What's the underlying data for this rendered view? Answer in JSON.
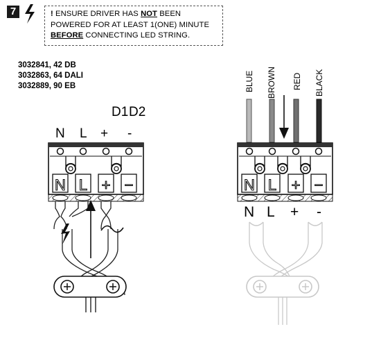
{
  "step": {
    "number": "7"
  },
  "warning": {
    "mark": "!",
    "line1_pre": " ENSURE DRIVER HAS ",
    "line1_strong": "NOT",
    "line1_post": " BEEN",
    "line2": "POWERED FOR AT LEAST 1(ONE) MINUTE",
    "line3_strong": "BEFORE",
    "line3_post": " CONNECTING LED STRING."
  },
  "models": [
    "3032841, 42 DB",
    "3032863, 64 DALI",
    "3032889, 90 EB"
  ],
  "left_terminal": {
    "dim_labels": [
      "D1",
      "D2"
    ],
    "top_labels": [
      "N",
      "L",
      "+",
      "-"
    ],
    "face_labels": [
      "N",
      "L",
      "+",
      "−"
    ]
  },
  "right_terminal": {
    "wire_labels": [
      "BLUE",
      "BROWN",
      "RED",
      "BLACK"
    ],
    "face_labels": [
      "N",
      "L",
      "+",
      "−"
    ],
    "bottom_labels": [
      "N",
      "L",
      "+",
      "-"
    ]
  },
  "colors": {
    "wire_blue": "#b9b9b9",
    "wire_brown": "#8a8a8a",
    "wire_red": "#707070",
    "wire_black": "#2a2a2a",
    "ghost": "#c8c8c8"
  },
  "icons": [
    "lightning-icon",
    "arrow-up-icon",
    "arrow-down-icon",
    "ac-wave-icon",
    "cable-clamp-icon"
  ]
}
